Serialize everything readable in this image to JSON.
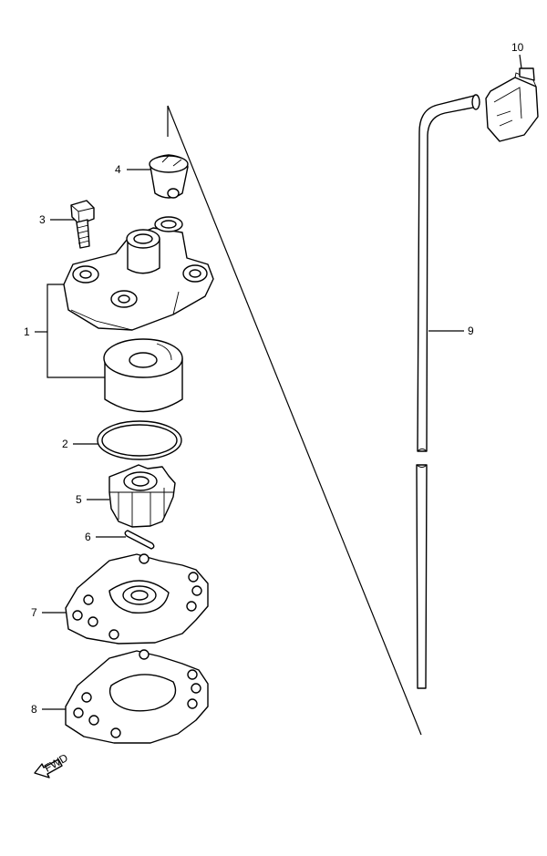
{
  "callouts": [
    {
      "id": "callout-1",
      "label": "1"
    },
    {
      "id": "callout-2",
      "label": "2"
    },
    {
      "id": "callout-3",
      "label": "3"
    },
    {
      "id": "callout-4",
      "label": "4"
    },
    {
      "id": "callout-5",
      "label": "5"
    },
    {
      "id": "callout-6",
      "label": "6"
    },
    {
      "id": "callout-7",
      "label": "7"
    },
    {
      "id": "callout-8",
      "label": "8"
    },
    {
      "id": "callout-9",
      "label": "9"
    },
    {
      "id": "callout-10",
      "label": "10"
    }
  ],
  "fwd_label": "FWD"
}
